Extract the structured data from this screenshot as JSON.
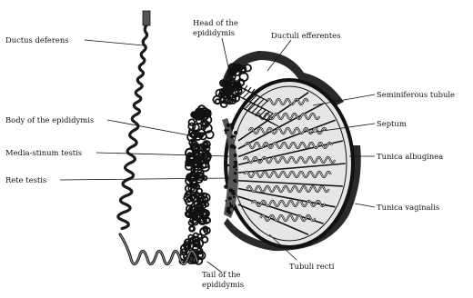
{
  "labels": {
    "ductus_deferens": "Ductus deferens",
    "head_line1": "Head of the",
    "head_line2": "epididymis",
    "ductuli_efferentes": "Ductuli efferentes",
    "seminiferous_tubule": "Seminiferous tubule",
    "body_of_epididymis": "Body of the epididymis",
    "septum": "Septum",
    "mediastinum_testis": "Media-stinum testis",
    "tunica_albuginea": "Tunica albuginea",
    "rete_testis": "Rete testis",
    "tunica_vaginalis": "Tunica vaginalis",
    "tail_line1": "Tail of the",
    "tail_line2": "epididymis",
    "tubuli_recti": "Tubuli recti"
  },
  "colors": {
    "ink": "#111111",
    "tunica": "#2a2a2a",
    "testis_fill": "#e6e6e6",
    "lobule_fill": "#f4f4f4"
  }
}
